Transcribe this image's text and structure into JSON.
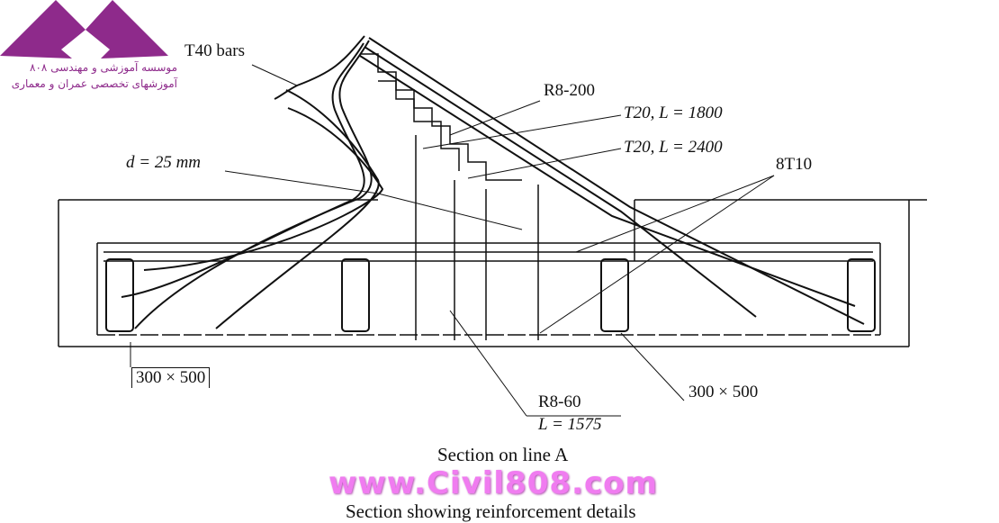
{
  "logo": {
    "line1": "موسسه آموزشی و مهندسی ۸۰۸",
    "line2": "آموزشهای تخصصی عمران و معماری",
    "color": "#8e2a8b"
  },
  "labels": {
    "bars": "T40 bars",
    "r8_200": "R8-200",
    "t20_1800": "T20, L = 1800",
    "t20_2400": "T20, L = 2400",
    "bars_8t10": "8T10",
    "d": "d = 25 mm",
    "beam_left": "300 × 500",
    "beam_right": "300 × 500",
    "r8_60": "R8-60",
    "l_1575": "L = 1575"
  },
  "section_title": "Section on line A",
  "caption": "Section showing reinforcement details",
  "watermark": "www.Civil808.com"
}
